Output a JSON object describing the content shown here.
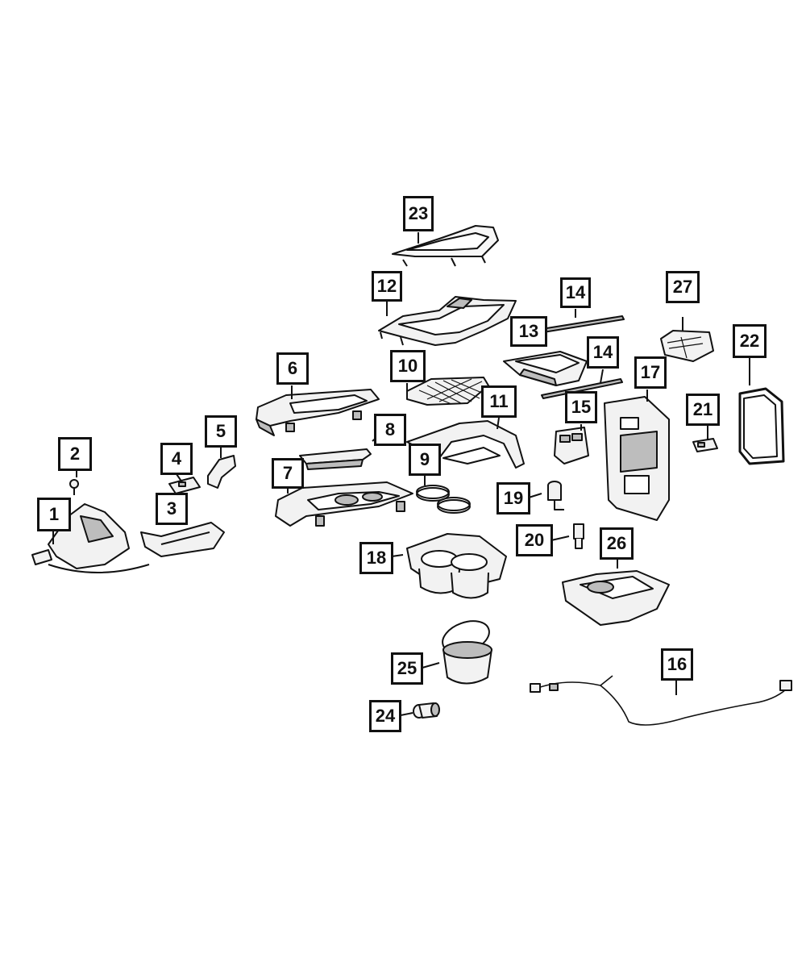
{
  "callouts": {
    "c1": "1",
    "c2": "2",
    "c3": "3",
    "c4": "4",
    "c5": "5",
    "c6": "6",
    "c7": "7",
    "c8": "8",
    "c9": "9",
    "c10": "10",
    "c11": "11",
    "c12": "12",
    "c13": "13",
    "c14a": "14",
    "c14b": "14",
    "c15": "15",
    "c16": "16",
    "c17": "17",
    "c18": "18",
    "c19": "19",
    "c20": "20",
    "c21": "21",
    "c22": "22",
    "c23": "23",
    "c24": "24",
    "c25": "25",
    "c26": "26",
    "c27": "27"
  },
  "colors": {
    "line": "#111111",
    "part_fill": "#f2f2f2",
    "shade": "#bdbdbd"
  }
}
